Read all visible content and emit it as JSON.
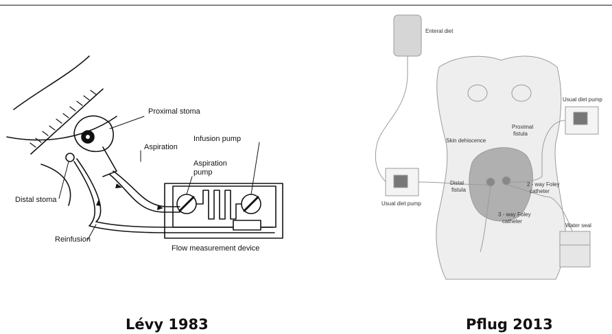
{
  "left_figure": {
    "labels": {
      "proximal_stoma": "Proximal stoma",
      "infusion_pump": "Infusion pump",
      "aspiration": "Aspiration",
      "aspiration_pump_line1": "Aspiration",
      "aspiration_pump_line2": "pump",
      "distal_stoma": "Distal stoma",
      "reinfusion": "Reinfusion",
      "flow_measurement_device": "Flow measurement device"
    },
    "caption": "Lévy 1983"
  },
  "right_figure": {
    "labels": {
      "enteral_diet": "Enteral diet",
      "usual_diet_pump_left": "Usual diet pump",
      "usual_diet_pump_right": "Usual diet pump",
      "proximal_fistula_line1": "Proximal",
      "proximal_fistula_line2": "fistula",
      "skin_dehiscence": "Skin dehiscence",
      "distal_fistula_line1": "Distal",
      "distal_fistula_line2": "fistula",
      "two_way_foley_line1": "2 - way Foley",
      "two_way_foley_line2": "catheter",
      "three_way_foley_line1": "3 - way Foley",
      "three_way_foley_line2": "catheter",
      "water_seal": "Water seal"
    },
    "caption": "Pflug 2013"
  }
}
